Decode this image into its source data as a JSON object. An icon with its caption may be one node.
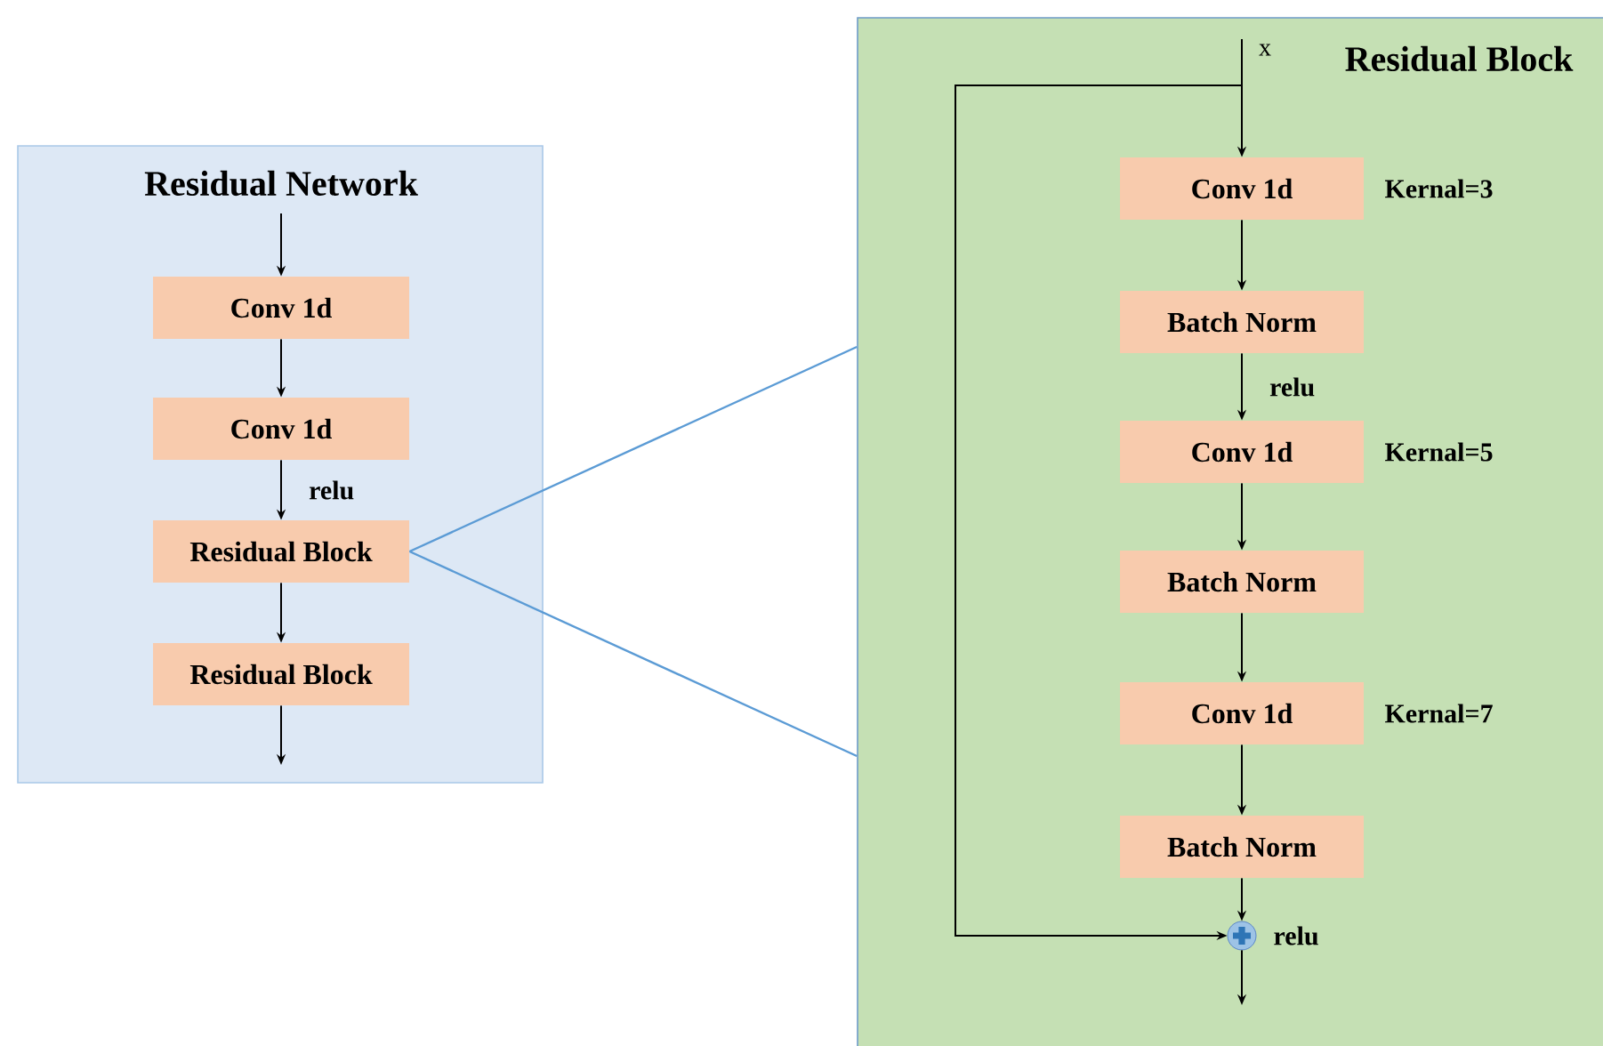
{
  "diagram": {
    "nodes": [
      {
        "text": [
          "Residual Network"
        ]
      },
      {
        "text": [
          "Conv 1d"
        ],
        "in": 0
      },
      {
        "text": [
          "Conv 1d"
        ],
        "in": 0
      },
      {
        "text": [
          "Residual Block"
        ],
        "in": 0
      },
      {
        "text": [
          "Residual Block"
        ],
        "in": 0
      },
      {
        "text": [
          "Residual Block"
        ]
      },
      {
        "text": [
          "Conv 1d"
        ],
        "in": 5,
        "beside": [
          "Kernal=3"
        ]
      },
      {
        "text": [
          "Batch Norm"
        ],
        "in": 5
      },
      {
        "text": [
          "Conv 1d"
        ],
        "in": 5,
        "beside": [
          "Kernal=5"
        ]
      },
      {
        "text": [
          "Batch Norm"
        ],
        "in": 5
      },
      {
        "text": [
          "Conv 1d"
        ],
        "in": 5,
        "beside": [
          "Kernal=7"
        ]
      },
      {
        "text": [
          "Batch Norm"
        ],
        "in": 5
      },
      {
        "text": [],
        "shape": "circle",
        "in": 5,
        "beside": [
          "relu"
        ]
      }
    ],
    "edges": [
      {
        "from": null,
        "to": 1,
        "arrow": "to"
      },
      {
        "from": 1,
        "to": 2,
        "arrow": "to"
      },
      {
        "from": 2,
        "to": 3,
        "arrow": "to",
        "label": "relu"
      },
      {
        "from": 3,
        "to": 4,
        "arrow": "to"
      },
      {
        "from": 4,
        "to": null,
        "arrow": "to"
      },
      {
        "from": 3,
        "to": 5,
        "arrow": "none",
        "color": "#5b9bd5"
      },
      {
        "from": 3,
        "to": 5,
        "arrow": "none",
        "color": "#5b9bd5"
      },
      {
        "from": null,
        "to": 6,
        "arrow": "to"
      },
      {
        "from": 6,
        "to": 7,
        "arrow": "to"
      },
      {
        "from": 7,
        "to": 8,
        "arrow": "to",
        "label": "relu"
      },
      {
        "from": 8,
        "to": 9,
        "arrow": "to"
      },
      {
        "from": 9,
        "to": 10,
        "arrow": "to"
      },
      {
        "from": 10,
        "to": 11,
        "arrow": "to"
      },
      {
        "from": 11,
        "to": 12,
        "arrow": "to"
      },
      {
        "from": null,
        "to": 12,
        "arrow": "to"
      },
      {
        "from": 12,
        "to": null,
        "arrow": "to"
      }
    ],
    "labels": [
      "x"
    ]
  }
}
